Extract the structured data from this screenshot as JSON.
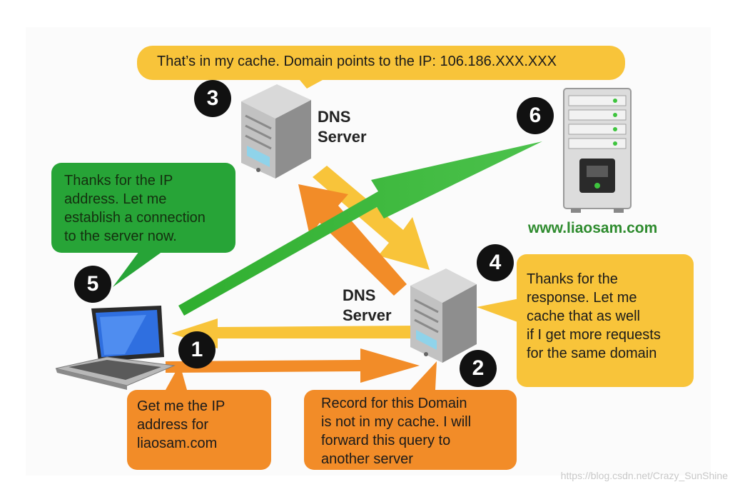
{
  "bubbles": {
    "top": "That’s in my cache. Domain points to the IP: 106.186.XXX.XXX",
    "green": "Thanks for the IP\naddress. Let me\nestablish a connection\nto the server now.",
    "right": "Thanks for the\nresponse. Let me\ncache that as well\nif I get more requests\nfor the same domain",
    "bottom_left": "Get me the IP\naddress for\nliaosam.com",
    "bottom_mid": "Record for this Domain\nis not in my cache. I will\nforward this query to\nanother server"
  },
  "labels": {
    "dns_top": "DNS\nServer",
    "dns_mid": "DNS\nServer",
    "website": "www.liaosam.com"
  },
  "steps": [
    "1",
    "2",
    "3",
    "4",
    "5",
    "6"
  ],
  "watermark": "https://blog.csdn.net/Crazy_SunShine",
  "colors": {
    "yellow": "#f8c43a",
    "orange": "#f28c28",
    "green": "#27a437",
    "badge": "#111111"
  },
  "icons": [
    "laptop-icon",
    "dns-server-icon",
    "web-server-icon"
  ]
}
